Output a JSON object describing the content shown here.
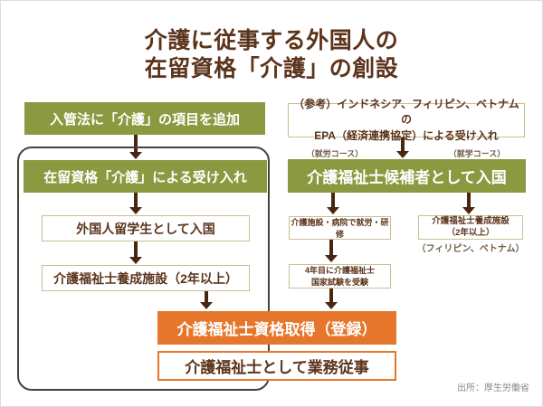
{
  "colors": {
    "green": "#8b9a40",
    "orange": "#e5762c",
    "brown_text": "#5b341b",
    "arrow_brown": "#4a2511",
    "box_border_tan": "#c9bf93",
    "container_border": "#46423c",
    "small_label_brown": "#6e5c48",
    "source_gray": "#8a8a8a"
  },
  "title": {
    "line1": "介護に従事する外国人の",
    "line2": "在留資格「介護」の創設"
  },
  "left_flow": {
    "add_to_immigration_law": "入管法に「介護」の項目を追加",
    "acceptance_under_status": "在留資格「介護」による受け入れ",
    "enter_as_student": "外国人留学生として入国",
    "training_facility": "介護福祉士養成施設（2年以上）"
  },
  "epa": {
    "ref_line1": "（参考）インドネシア、フィリピン、ベトナムの",
    "ref_line2": "EPA（経済連携協定）による受け入れ",
    "work_course_label": "（就労コース）",
    "study_course_label": "（就学コース）",
    "entry_as_candidate": "介護福祉士候補者として入国",
    "work_branch": {
      "work_training": "介護施設・病院で就労・研修",
      "exam_line1": "4年目に介護福祉士",
      "exam_line2": "国家試験を受験"
    },
    "study_branch": {
      "facility_line1": "介護福祉士養成施設",
      "facility_line2": "（2年以上）",
      "countries_note": "（フィリピン、ベトナム）"
    }
  },
  "outcome": {
    "qualification": "介護福祉士資格取得（登録）",
    "employment": "介護福祉士として業務従事"
  },
  "source": "出所：厚生労働省"
}
